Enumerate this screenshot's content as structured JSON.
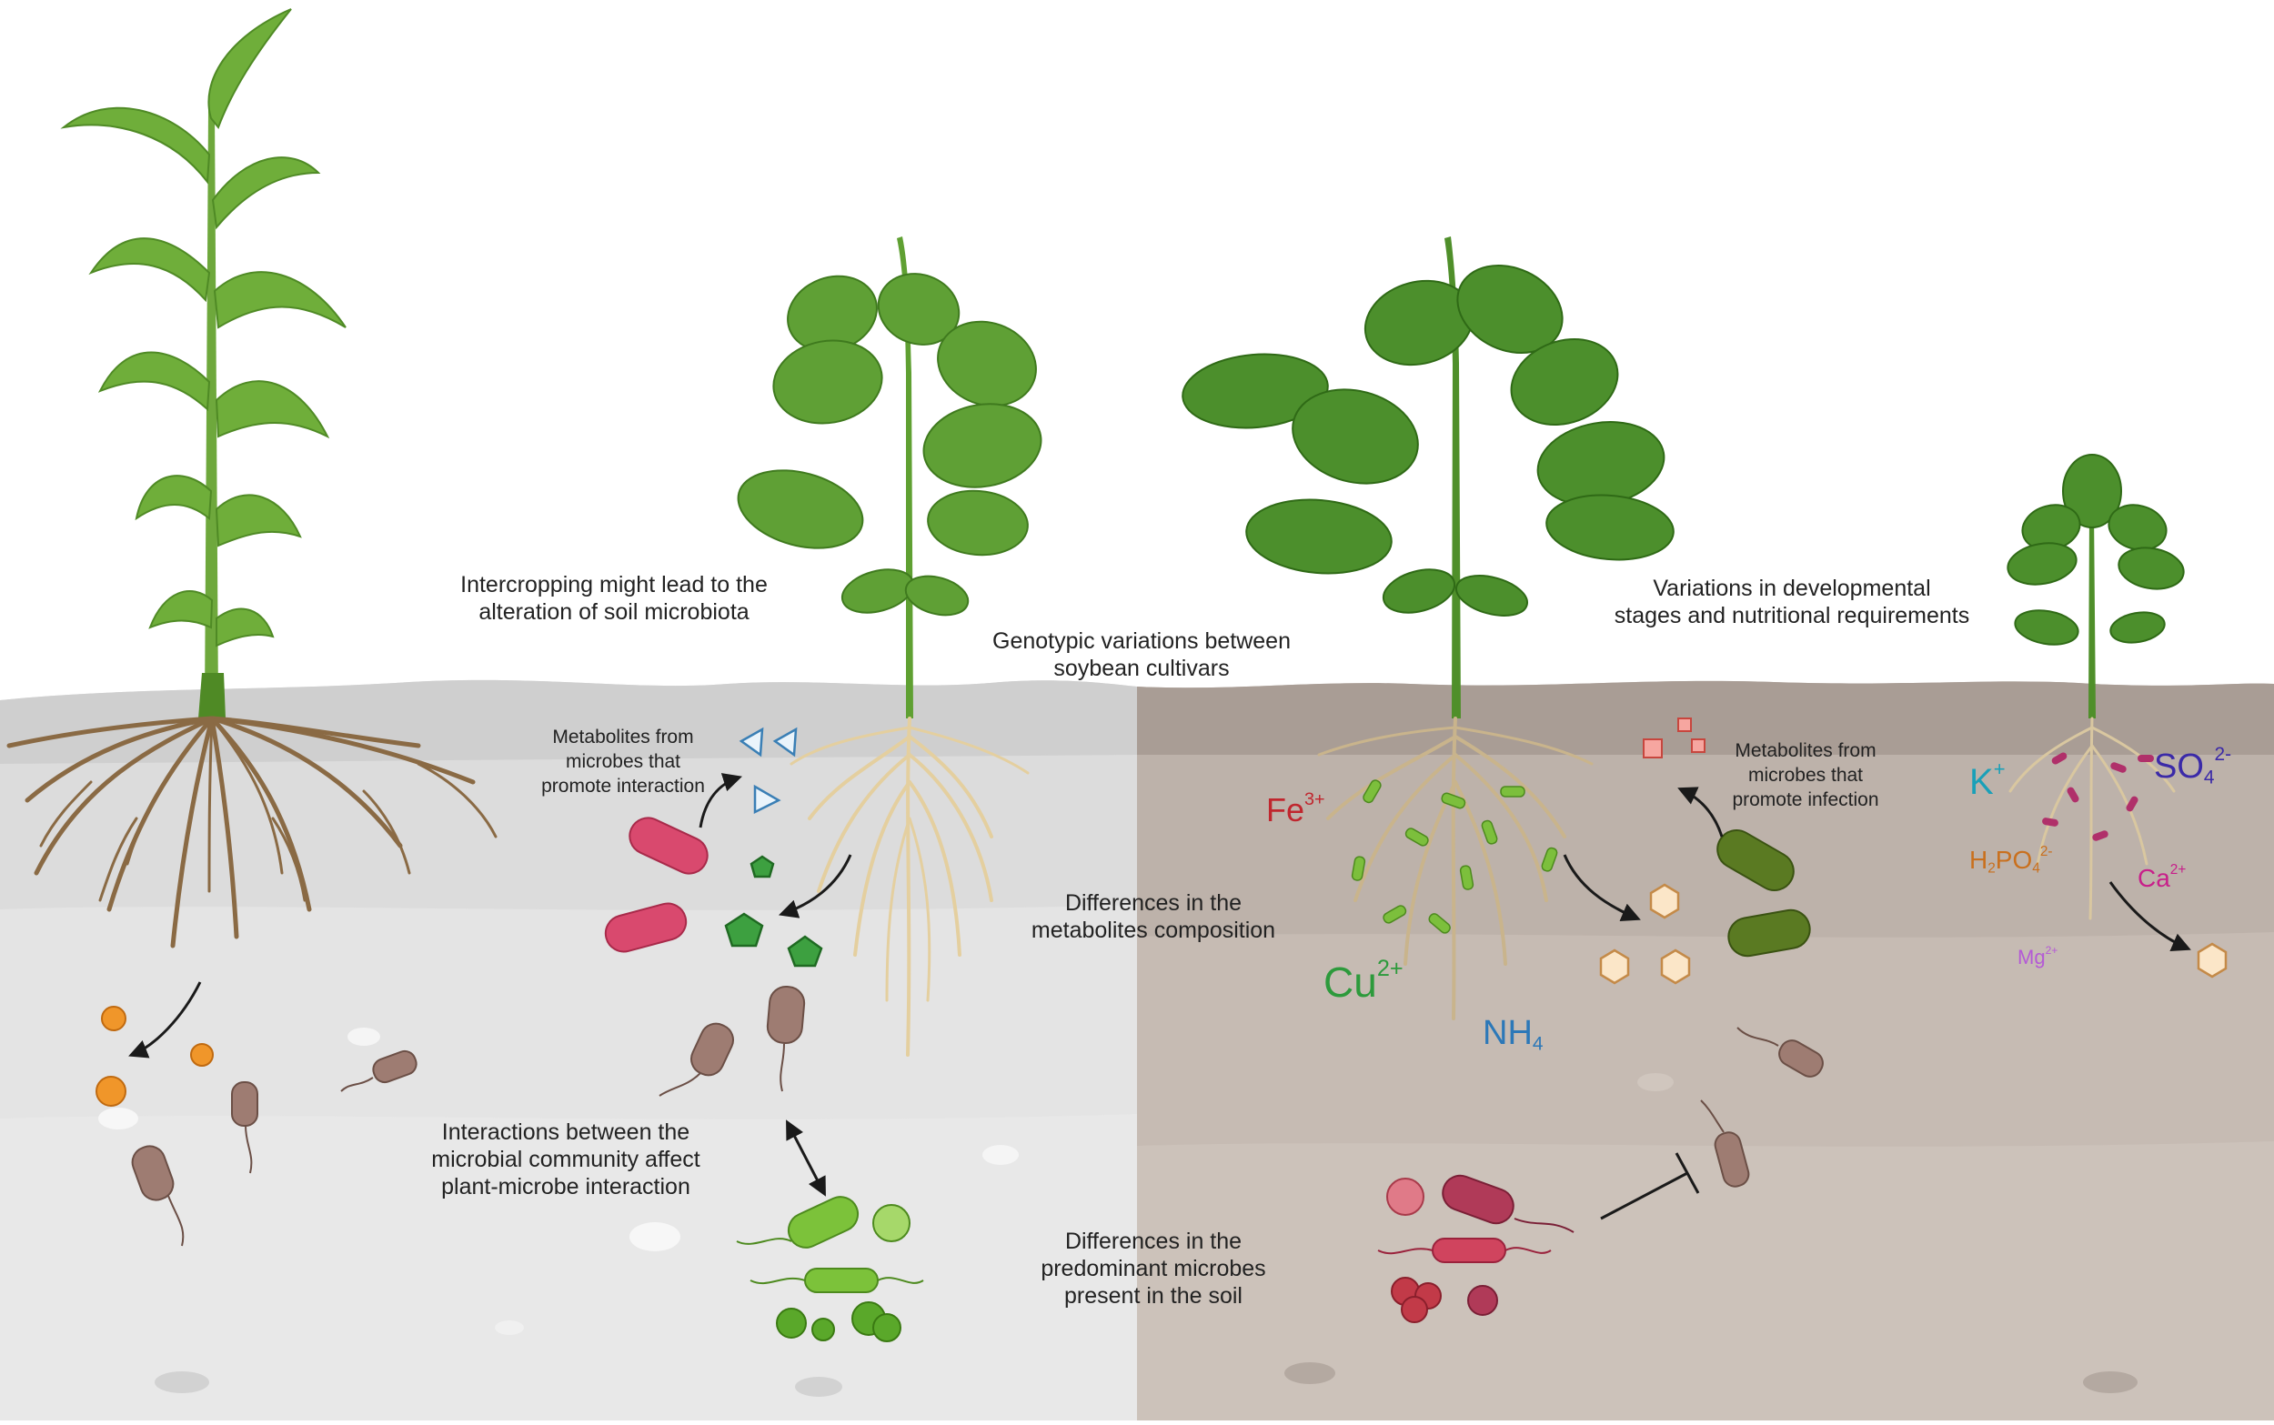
{
  "labels": {
    "intercropping": [
      "Intercropping might lead to the",
      "alteration of soil microbiota"
    ],
    "genotypic": [
      "Genotypic variations between",
      "soybean cultivars"
    ],
    "variations_dev": [
      "Variations in developmental",
      "stages and nutritional requirements"
    ],
    "metabolites_interaction": [
      "Metabolites from",
      "microbes that",
      "promote interaction"
    ],
    "metabolites_infection": [
      "Metabolites from",
      "microbes that",
      "promote infection"
    ],
    "metabolites_composition": [
      "Differences in the",
      "metabolites composition"
    ],
    "interactions_community": [
      "Interactions between the",
      "microbial community affect",
      "plant-microbe interaction"
    ],
    "predominant_microbes": [
      "Differences in the",
      "predominant microbes",
      "present in the soil"
    ]
  },
  "ions": {
    "fe": {
      "base": "Fe",
      "sup": "3+"
    },
    "cu": {
      "base": "Cu",
      "sup": "2+"
    },
    "nh4": {
      "base": "NH",
      "sub": "4"
    },
    "k": {
      "base": "K",
      "sup": "+"
    },
    "so4": {
      "base": "SO",
      "sub": "4",
      "sup": "2-"
    },
    "h2po4": {
      "b1": "H",
      "s1": "2",
      "b2": "PO",
      "s2": "4",
      "sup": "2-"
    },
    "ca": {
      "base": "Ca",
      "sup": "2+"
    },
    "mg": {
      "base": "Mg",
      "sup": "2+"
    }
  },
  "colors": {
    "soil_left": "#dcdcdc",
    "soil_right": "#b9aea6",
    "leaf": "#4f9a2a",
    "root_maize": "#8a6a44",
    "root_soy": "#e4cf9f",
    "fe": "#c0262e",
    "cu": "#2d9a3c",
    "nh4": "#2c78b8",
    "k": "#1aa0b8",
    "so4": "#3b2aa8",
    "h2po4": "#c9701e",
    "ca": "#c81f8a",
    "mg": "#b45ad6"
  }
}
